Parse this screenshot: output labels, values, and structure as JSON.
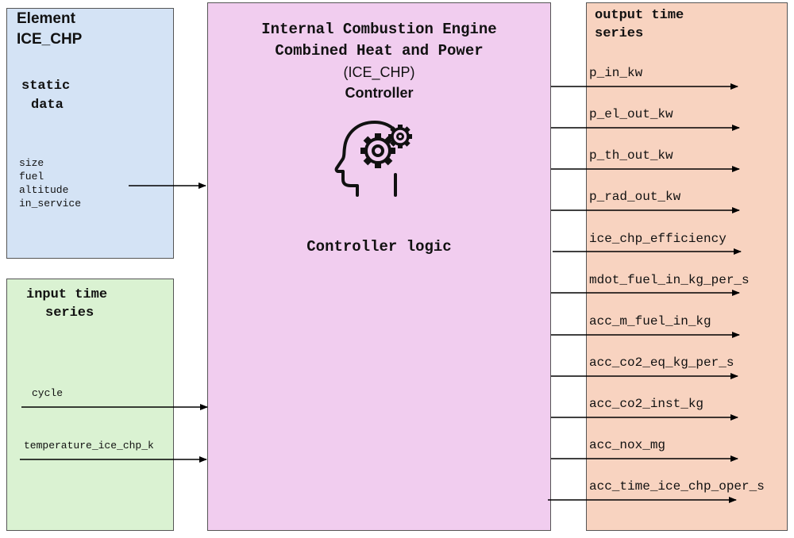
{
  "element_box": {
    "title_line1": "Element",
    "title_line2": "ICE_CHP",
    "static_line1": "static",
    "static_line2": "data",
    "params": [
      "size",
      "fuel",
      "altitude",
      "in_service"
    ]
  },
  "input_box": {
    "title_line1": "input time",
    "title_line2": "series",
    "inputs": [
      "cycle",
      "temperature_ice_chp_k"
    ]
  },
  "controller": {
    "title_line1": "Internal Combustion Engine",
    "title_line2": "Combined Heat and Power",
    "abbrev": "(ICE_CHP)",
    "subtitle": "Controller",
    "icon": "head-gears-icon",
    "logic_label": "Controller logic"
  },
  "output_box": {
    "title_line1": "output time",
    "title_line2": "series",
    "outputs": [
      "p_in_kw",
      "p_el_out_kw",
      "p_th_out_kw",
      "p_rad_out_kw",
      "ice_chp_efficiency",
      "mdot_fuel_in_kg_per_s",
      "acc_m_fuel_in_kg",
      "acc_co2_eq_kg_per_s",
      "acc_co2_inst_kg",
      "acc_nox_mg",
      "acc_time_ice_chp_oper_s"
    ]
  },
  "colors": {
    "element_box": "#d4e3f5",
    "input_box": "#daf2d2",
    "controller_box": "#f1cdef",
    "output_box": "#f8d3c0",
    "arrow": "#000000"
  }
}
